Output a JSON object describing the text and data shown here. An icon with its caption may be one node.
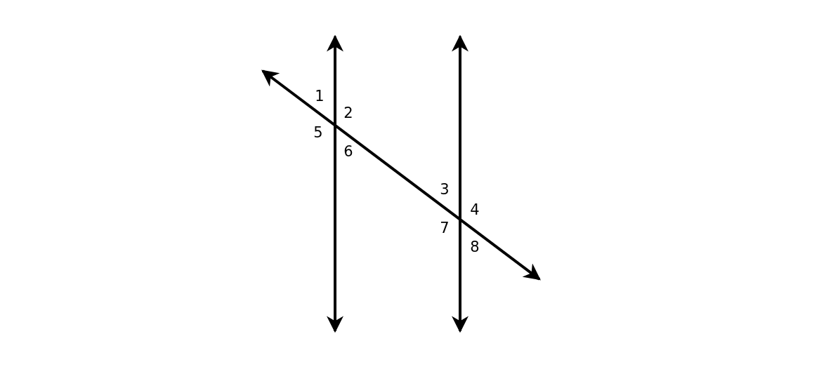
{
  "diagram": {
    "labels": [
      "1",
      "2",
      "5",
      "6",
      "3",
      "4",
      "7",
      "8"
    ]
  }
}
